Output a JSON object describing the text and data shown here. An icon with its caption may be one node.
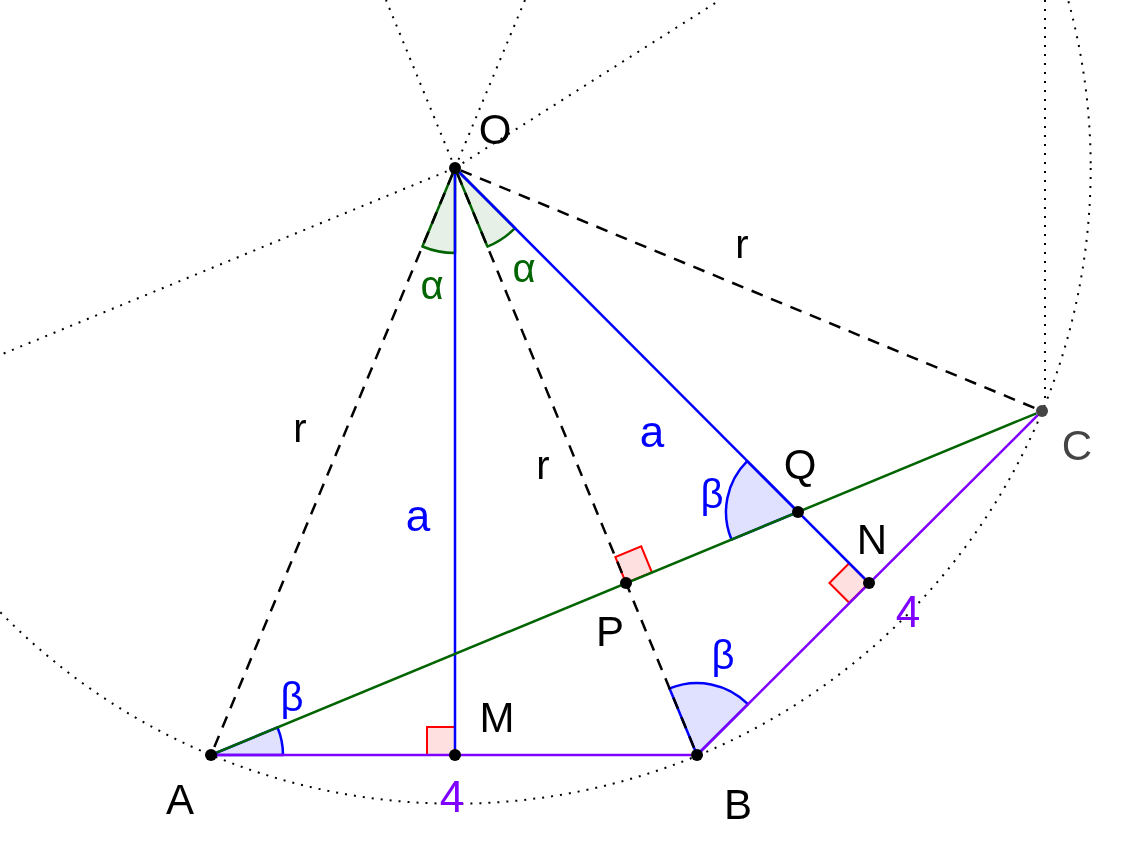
{
  "diagram": {
    "nodes": [
      {
        "text": [],
        "shape": "circle",
        "beside": [
          "O"
        ]
      },
      {
        "text": [],
        "shape": "circle",
        "beside": [
          "A"
        ]
      },
      {
        "text": [],
        "shape": "circle",
        "beside": [
          "B"
        ]
      },
      {
        "text": [],
        "shape": "circle",
        "beside": [
          "C"
        ]
      },
      {
        "text": [],
        "shape": "circle",
        "beside": [
          "M"
        ]
      },
      {
        "text": [],
        "shape": "circle",
        "beside": [
          "P"
        ]
      },
      {
        "text": [],
        "shape": "circle",
        "beside": [
          "Q"
        ]
      },
      {
        "text": [],
        "shape": "circle",
        "beside": [
          "N"
        ]
      }
    ],
    "edges": [
      {
        "from": 0,
        "to": 1,
        "arrow": "none",
        "label": "r",
        "style": "dashed",
        "color": "#000000"
      },
      {
        "from": 0,
        "to": 2,
        "arrow": "none",
        "label": "r",
        "style": "dashed",
        "color": "#000000"
      },
      {
        "from": 0,
        "to": 3,
        "arrow": "none",
        "label": "r",
        "style": "dashed",
        "color": "#000000"
      },
      {
        "from": 0,
        "to": 4,
        "arrow": "none",
        "label": "a",
        "color": "#0000ff"
      },
      {
        "from": 0,
        "to": 7,
        "arrow": "none",
        "label": "a",
        "color": "#0000ff"
      },
      {
        "from": 1,
        "to": 3,
        "arrow": "none",
        "color": "#006400"
      },
      {
        "from": 1,
        "to": 2,
        "arrow": "none",
        "label": "4",
        "color": "#7f00ff"
      },
      {
        "from": 2,
        "to": 3,
        "arrow": "none",
        "label": "4",
        "color": "#7f00ff"
      }
    ],
    "labels": [
      "α",
      "α",
      "β",
      "β",
      "β"
    ]
  }
}
